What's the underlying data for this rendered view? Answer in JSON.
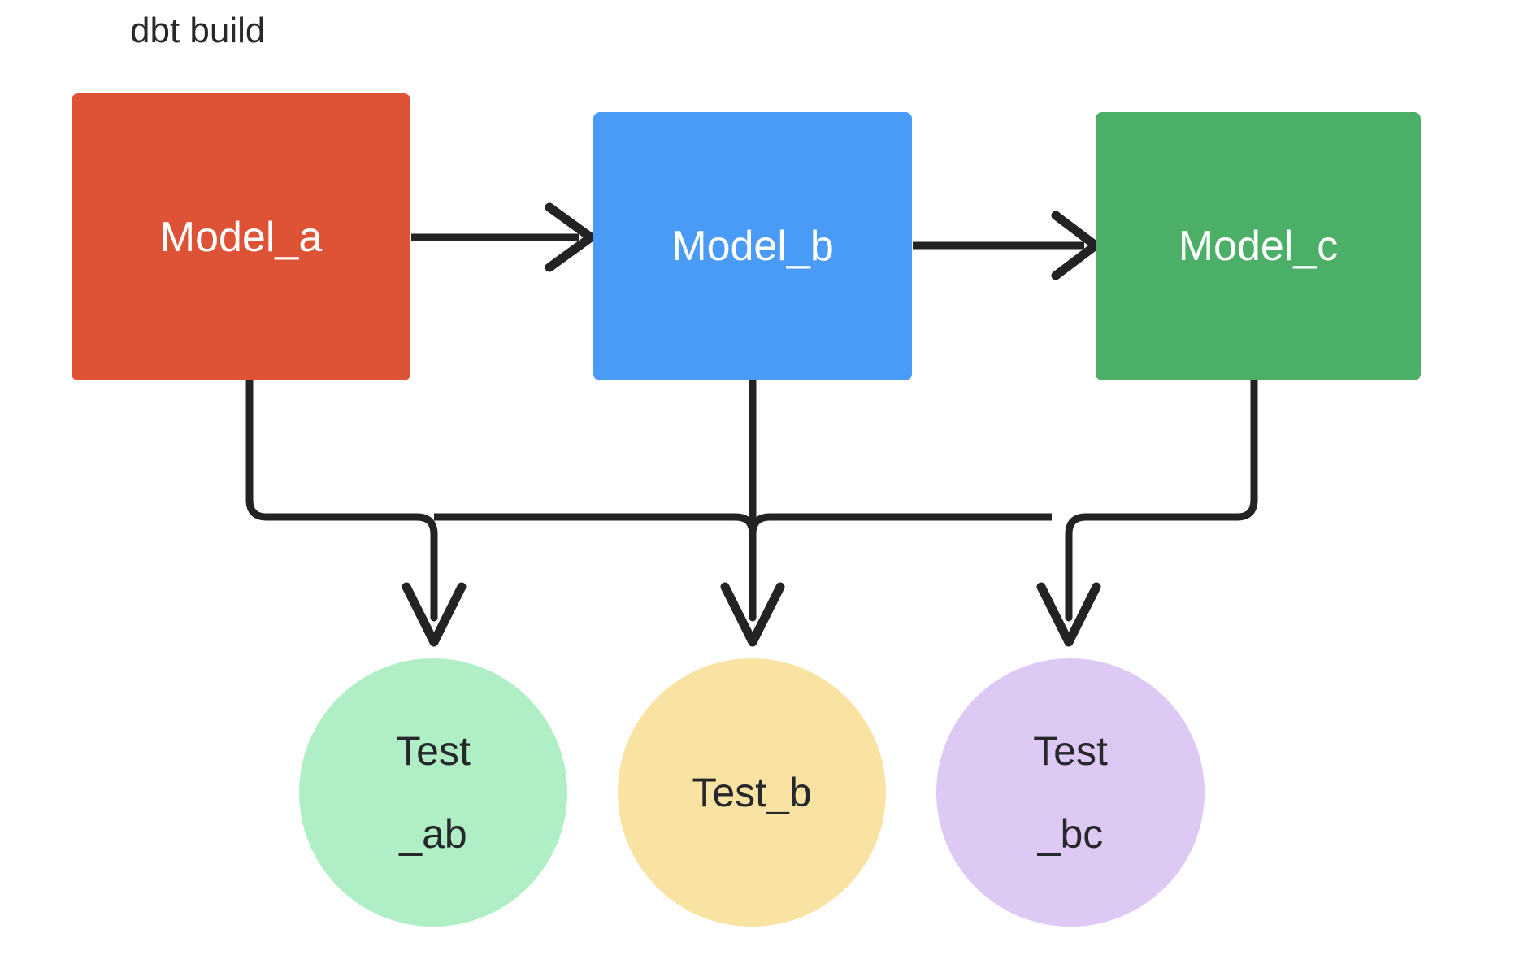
{
  "diagram": {
    "title": "dbt build",
    "type": "dag",
    "background_color": "#ffffff",
    "edge_color": "#232323",
    "edge_width": 8
  },
  "nodes": {
    "models": [
      {
        "id": "model_a",
        "label": "Model_a",
        "shape": "rounded-rect",
        "fill": "#DE5335",
        "text_color": "#ffffff"
      },
      {
        "id": "model_b",
        "label": "Model_b",
        "shape": "rounded-rect",
        "fill": "#4A9BF5",
        "text_color": "#ffffff"
      },
      {
        "id": "model_c",
        "label": "Model_c",
        "shape": "rounded-rect",
        "fill": "#4CAF67",
        "text_color": "#ffffff"
      }
    ],
    "tests": [
      {
        "id": "test_ab",
        "label_line1": "Test",
        "label_line2": "_ab",
        "shape": "circle",
        "fill": "#B0EFC6",
        "text_color": "#26282b"
      },
      {
        "id": "test_b",
        "label_line1": "Test_b",
        "label_line2": "",
        "shape": "circle",
        "fill": "#F8E3A3",
        "text_color": "#26282b"
      },
      {
        "id": "test_bc",
        "label_line1": "Test",
        "label_line2": "_bc",
        "shape": "circle",
        "fill": "#DEC9F5",
        "text_color": "#26282b"
      }
    ]
  },
  "edges": [
    {
      "from": "model_a",
      "to": "model_b",
      "style": "arrow-right"
    },
    {
      "from": "model_b",
      "to": "model_c",
      "style": "arrow-right"
    },
    {
      "from": "model_a",
      "to": "test_ab",
      "style": "elbow-down"
    },
    {
      "from": "model_b",
      "to": "test_ab",
      "style": "elbow-down"
    },
    {
      "from": "model_b",
      "to": "test_b",
      "style": "straight-down"
    },
    {
      "from": "model_b",
      "to": "test_bc",
      "style": "elbow-down"
    },
    {
      "from": "model_c",
      "to": "test_bc",
      "style": "elbow-down"
    }
  ]
}
